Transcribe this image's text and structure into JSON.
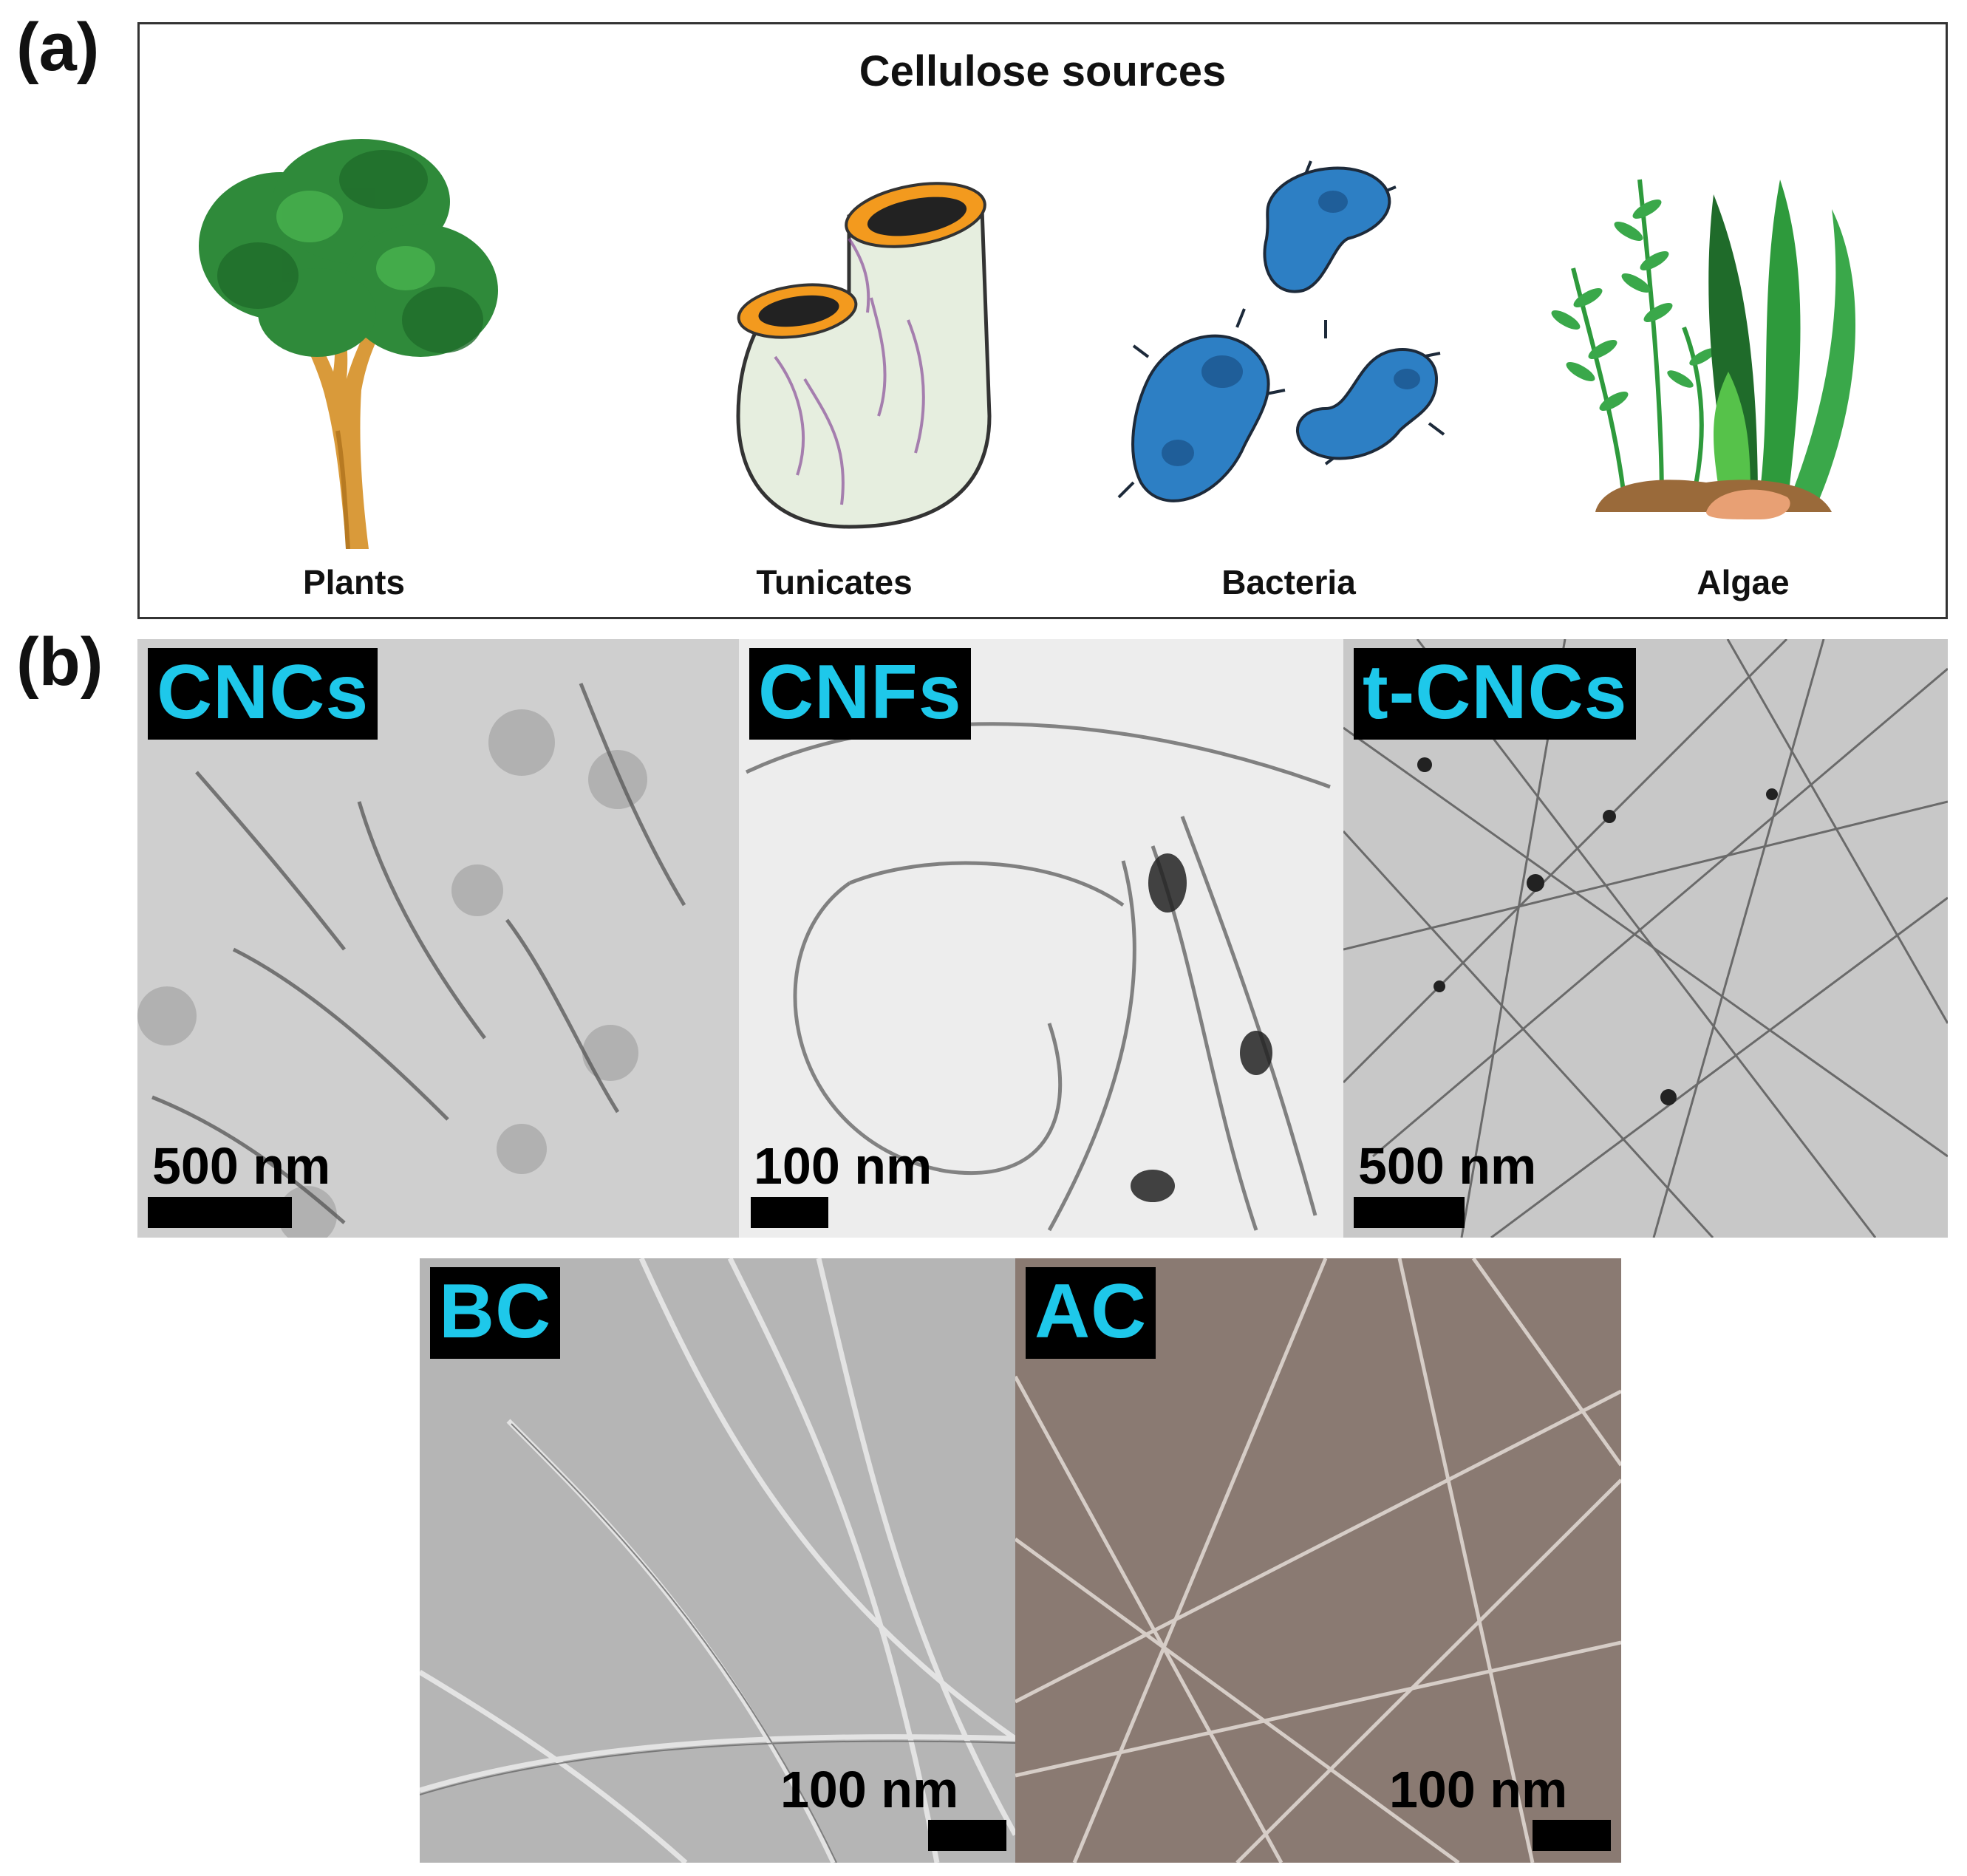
{
  "panel_a": {
    "letter": "(a)",
    "title": "Cellulose sources",
    "sources": [
      {
        "label": "Plants",
        "icon": "tree-icon"
      },
      {
        "label": "Tunicates",
        "icon": "tunicate-icon"
      },
      {
        "label": "Bacteria",
        "icon": "bacteria-icon"
      },
      {
        "label": "Algae",
        "icon": "algae-icon"
      }
    ]
  },
  "panel_b": {
    "letter": "(b)",
    "images": [
      {
        "tag": "CNCs",
        "scale": "500 nm"
      },
      {
        "tag": "CNFs",
        "scale": "100 nm"
      },
      {
        "tag": "t-CNCs",
        "scale": "500 nm"
      },
      {
        "tag": "BC",
        "scale": "100 nm"
      },
      {
        "tag": "AC",
        "scale": "100 nm"
      }
    ]
  },
  "colors": {
    "tag_text": "#1ec8ea",
    "tag_background": "#000000",
    "tree_foliage": "#2f8a3a",
    "tree_trunk": "#d99a3a",
    "tunicate_body": "#e6eedf",
    "tunicate_rim": "#f39a1e",
    "bacteria": "#2d7fc4",
    "algae": "#2e9a3c",
    "ac_tint": "#8a7a72"
  }
}
